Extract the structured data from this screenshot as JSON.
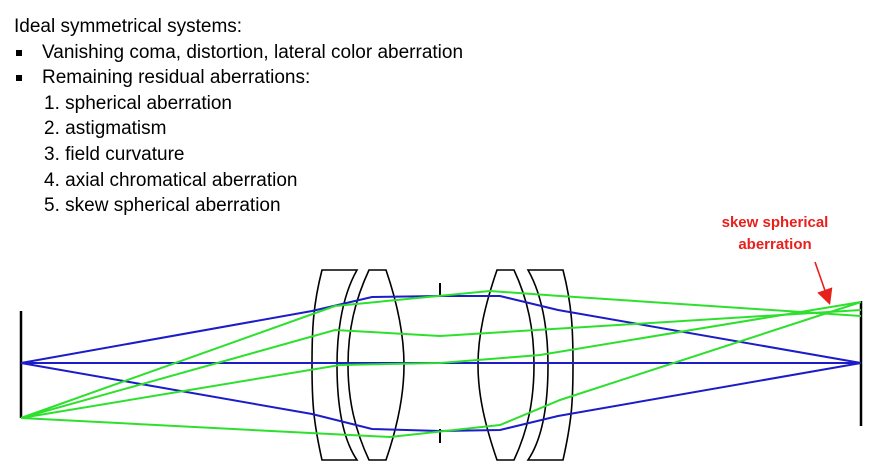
{
  "heading": "Ideal symmetrical systems:",
  "bullets": [
    "Vanishing coma, distortion, lateral color aberration",
    "Remaining residual aberrations:"
  ],
  "residuals": [
    "1. spherical aberration",
    "2. astigmatism",
    "3. field curvature",
    "4. axial chromatical aberration",
    "5. skew spherical aberration"
  ],
  "annotation": {
    "line1": "skew spherical",
    "line2": "aberration",
    "color": "#e8201c"
  },
  "colors": {
    "blue_rays": "#1c1cc8",
    "green_rays": "#2ee02e",
    "lens_outline": "#000000"
  }
}
